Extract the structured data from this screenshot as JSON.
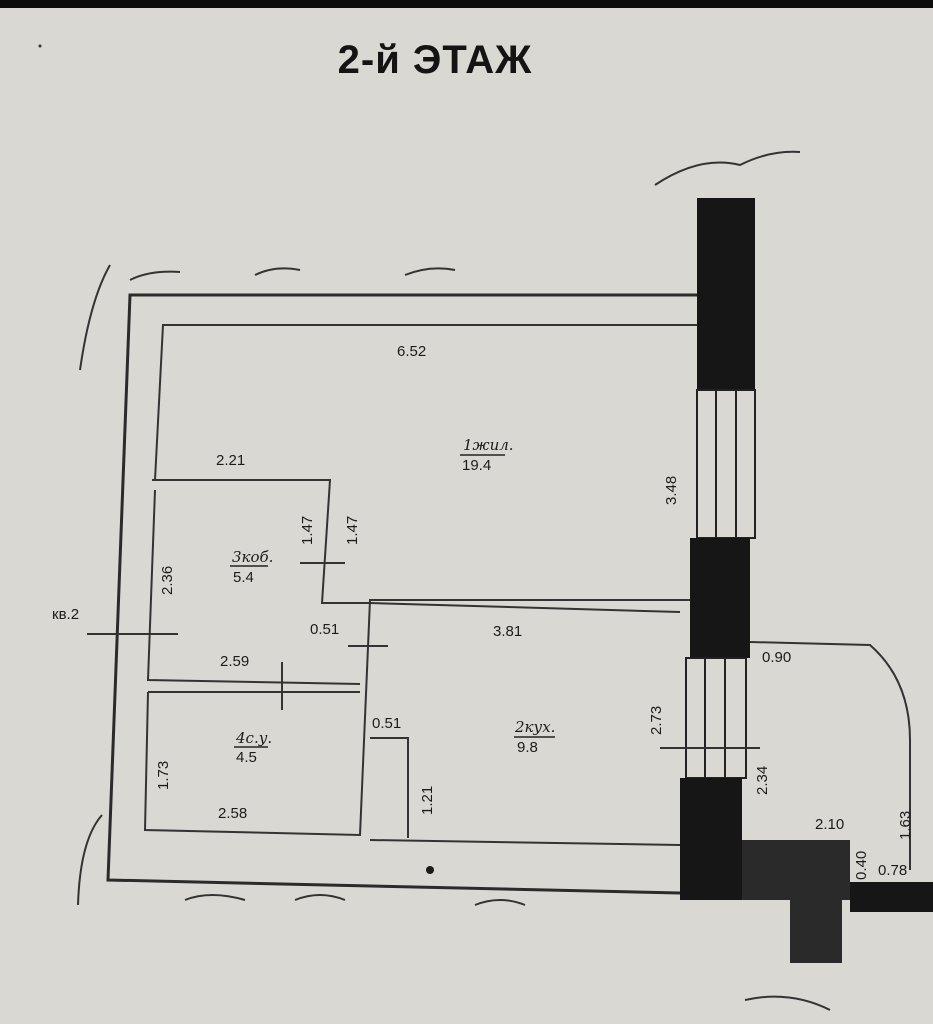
{
  "title": "2-й ЭТАЖ",
  "apartment_label": "кв.2",
  "rooms": [
    {
      "label": "1жил.",
      "area": "19.4"
    },
    {
      "label": "2кух.",
      "area": "9.8"
    },
    {
      "label": "3коб.",
      "area": "5.4"
    },
    {
      "label": "4с.у.",
      "area": "4.5"
    }
  ],
  "dimensions": {
    "top_width": "6.52",
    "living_height": "3.48",
    "corridor_top": "2.21",
    "corridor_side_a": "1.47",
    "corridor_side_b": "1.47",
    "corridor_left": "2.36",
    "step_width": "0.51",
    "kitchen_width": "3.81",
    "bath_top": "2.59",
    "niche_width": "0.51",
    "kitchen_height": "2.73",
    "bath_left": "1.73",
    "bath_bottom": "2.58",
    "niche_height": "1.21",
    "balcony_top": "0.90",
    "balcony_side": "2.34",
    "balcony_bottom": "2.10",
    "balcony_right": "1.63",
    "wall_thickness": "0.40",
    "balcony_ext": "0.78"
  },
  "colors": {
    "paper": "#d9d8d3",
    "ink": "#1c1c1c",
    "wall_fill": "#161616"
  }
}
